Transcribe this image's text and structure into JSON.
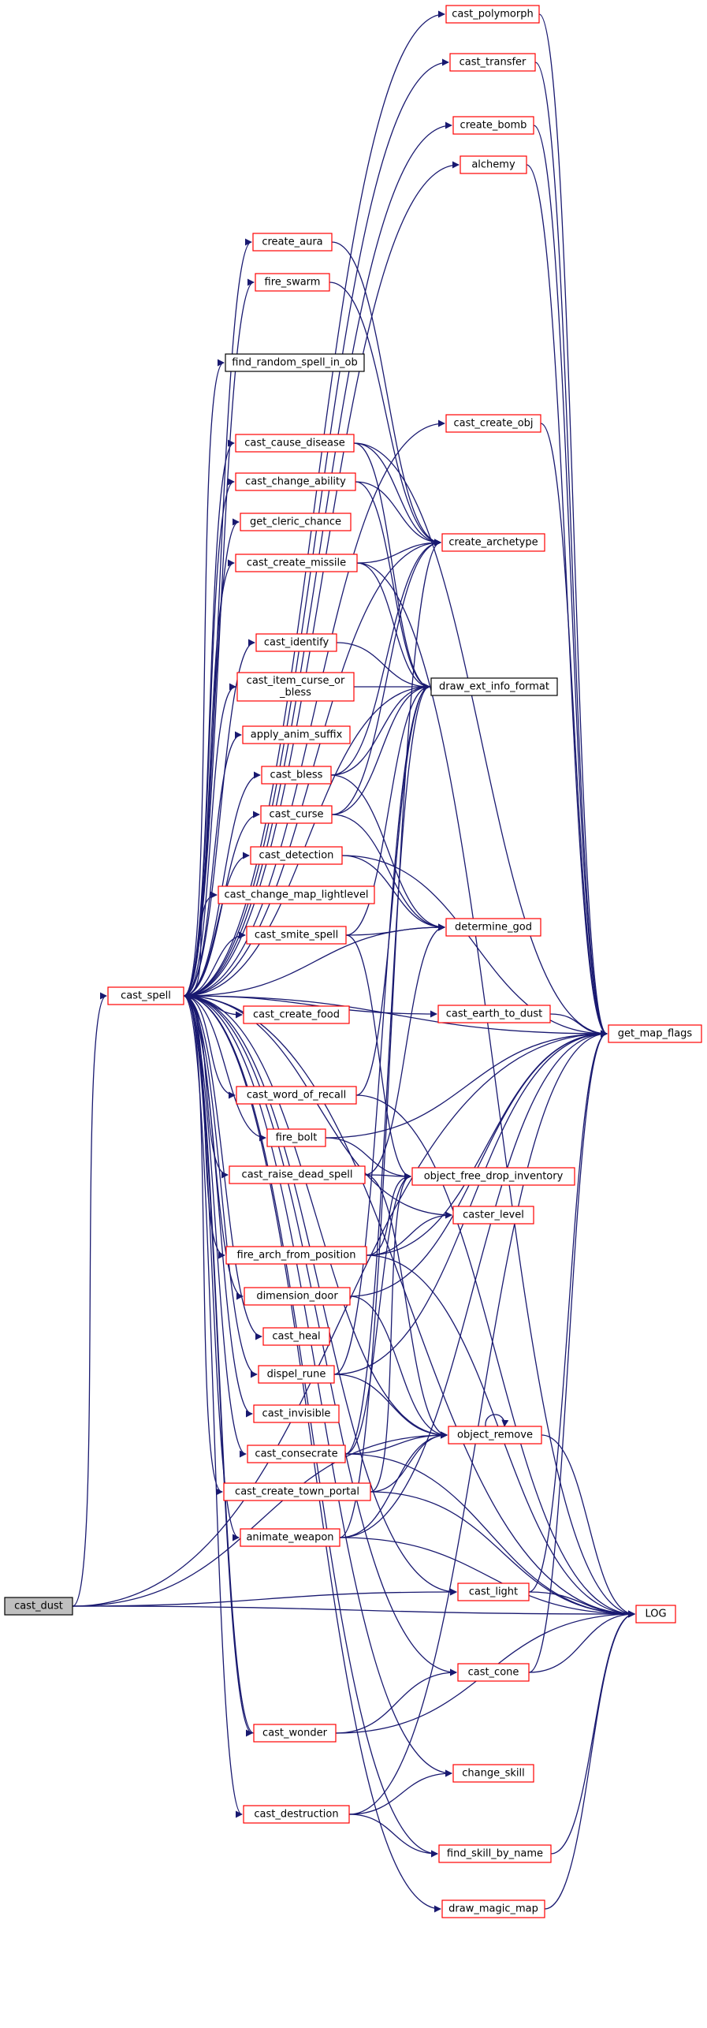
{
  "graph": {
    "colors": {
      "edge": "#191970",
      "link_border": "#ff0000",
      "plain_border": "#000000",
      "root_fill": "#bfbfbf",
      "node_fill": "#ffffff"
    },
    "nodes": [
      {
        "id": "cast_dust",
        "label": "cast_dust",
        "kind": "root"
      },
      {
        "id": "cast_spell",
        "label": "cast_spell",
        "kind": "link"
      },
      {
        "id": "cast_polymorph",
        "label": "cast_polymorph",
        "kind": "link"
      },
      {
        "id": "cast_transfer",
        "label": "cast_transfer",
        "kind": "link"
      },
      {
        "id": "create_bomb",
        "label": "create_bomb",
        "kind": "link"
      },
      {
        "id": "alchemy",
        "label": "alchemy",
        "kind": "link"
      },
      {
        "id": "create_aura",
        "label": "create_aura",
        "kind": "link"
      },
      {
        "id": "fire_swarm",
        "label": "fire_swarm",
        "kind": "link"
      },
      {
        "id": "find_random_spell_in_ob",
        "label": "find_random_spell_in_ob",
        "kind": "plain"
      },
      {
        "id": "cast_create_obj",
        "label": "cast_create_obj",
        "kind": "link"
      },
      {
        "id": "cast_cause_disease",
        "label": "cast_cause_disease",
        "kind": "link"
      },
      {
        "id": "cast_change_ability",
        "label": "cast_change_ability",
        "kind": "link"
      },
      {
        "id": "get_cleric_chance",
        "label": "get_cleric_chance",
        "kind": "link"
      },
      {
        "id": "create_archetype",
        "label": "create_archetype",
        "kind": "link"
      },
      {
        "id": "cast_create_missile",
        "label": "cast_create_missile",
        "kind": "link"
      },
      {
        "id": "cast_identify",
        "label": "cast_identify",
        "kind": "link"
      },
      {
        "id": "cast_item_curse_or_bless",
        "label": "cast_item_curse_or\n_bless",
        "kind": "link"
      },
      {
        "id": "draw_ext_info_format",
        "label": "draw_ext_info_format",
        "kind": "plain"
      },
      {
        "id": "apply_anim_suffix",
        "label": "apply_anim_suffix",
        "kind": "link"
      },
      {
        "id": "cast_bless",
        "label": "cast_bless",
        "kind": "link"
      },
      {
        "id": "cast_curse",
        "label": "cast_curse",
        "kind": "link"
      },
      {
        "id": "cast_detection",
        "label": "cast_detection",
        "kind": "link"
      },
      {
        "id": "cast_change_map_lightlevel",
        "label": "cast_change_map_lightlevel",
        "kind": "link"
      },
      {
        "id": "cast_smite_spell",
        "label": "cast_smite_spell",
        "kind": "link"
      },
      {
        "id": "determine_god",
        "label": "determine_god",
        "kind": "link"
      },
      {
        "id": "cast_create_food",
        "label": "cast_create_food",
        "kind": "link"
      },
      {
        "id": "cast_earth_to_dust",
        "label": "cast_earth_to_dust",
        "kind": "link"
      },
      {
        "id": "get_map_flags",
        "label": "get_map_flags",
        "kind": "link"
      },
      {
        "id": "cast_word_of_recall",
        "label": "cast_word_of_recall",
        "kind": "link"
      },
      {
        "id": "fire_bolt",
        "label": "fire_bolt",
        "kind": "link"
      },
      {
        "id": "cast_raise_dead_spell",
        "label": "cast_raise_dead_spell",
        "kind": "link"
      },
      {
        "id": "object_free_drop_inventory",
        "label": "object_free_drop_inventory",
        "kind": "link"
      },
      {
        "id": "caster_level",
        "label": "caster_level",
        "kind": "link"
      },
      {
        "id": "fire_arch_from_position",
        "label": "fire_arch_from_position",
        "kind": "link"
      },
      {
        "id": "dimension_door",
        "label": "dimension_door",
        "kind": "link"
      },
      {
        "id": "cast_heal",
        "label": "cast_heal",
        "kind": "link"
      },
      {
        "id": "dispel_rune",
        "label": "dispel_rune",
        "kind": "link"
      },
      {
        "id": "cast_invisible",
        "label": "cast_invisible",
        "kind": "link"
      },
      {
        "id": "cast_consecrate",
        "label": "cast_consecrate",
        "kind": "link"
      },
      {
        "id": "object_remove",
        "label": "object_remove",
        "kind": "link"
      },
      {
        "id": "cast_create_town_portal",
        "label": "cast_create_town_portal",
        "kind": "link"
      },
      {
        "id": "animate_weapon",
        "label": "animate_weapon",
        "kind": "link"
      },
      {
        "id": "cast_light",
        "label": "cast_light",
        "kind": "link"
      },
      {
        "id": "LOG",
        "label": "LOG",
        "kind": "link"
      },
      {
        "id": "cast_cone",
        "label": "cast_cone",
        "kind": "link"
      },
      {
        "id": "cast_wonder",
        "label": "cast_wonder",
        "kind": "link"
      },
      {
        "id": "change_skill",
        "label": "change_skill",
        "kind": "link"
      },
      {
        "id": "cast_destruction",
        "label": "cast_destruction",
        "kind": "link"
      },
      {
        "id": "find_skill_by_name",
        "label": "find_skill_by_name",
        "kind": "link"
      },
      {
        "id": "draw_magic_map",
        "label": "draw_magic_map",
        "kind": "link"
      }
    ],
    "edges": [
      [
        "cast_dust",
        "cast_spell"
      ],
      [
        "cast_dust",
        "object_remove"
      ],
      [
        "cast_dust",
        "cast_light"
      ],
      [
        "cast_dust",
        "LOG"
      ],
      [
        "cast_dust",
        "get_map_flags"
      ],
      [
        "cast_spell",
        "cast_polymorph"
      ],
      [
        "cast_spell",
        "cast_transfer"
      ],
      [
        "cast_spell",
        "create_bomb"
      ],
      [
        "cast_spell",
        "alchemy"
      ],
      [
        "cast_spell",
        "create_aura"
      ],
      [
        "cast_spell",
        "fire_swarm"
      ],
      [
        "cast_spell",
        "find_random_spell_in_ob"
      ],
      [
        "cast_spell",
        "cast_create_obj"
      ],
      [
        "cast_spell",
        "cast_cause_disease"
      ],
      [
        "cast_spell",
        "cast_change_ability"
      ],
      [
        "cast_spell",
        "get_cleric_chance"
      ],
      [
        "cast_spell",
        "create_archetype"
      ],
      [
        "cast_spell",
        "cast_create_missile"
      ],
      [
        "cast_spell",
        "draw_ext_info_format"
      ],
      [
        "cast_spell",
        "cast_identify"
      ],
      [
        "cast_spell",
        "cast_item_curse_or_bless"
      ],
      [
        "cast_spell",
        "apply_anim_suffix"
      ],
      [
        "cast_spell",
        "cast_bless"
      ],
      [
        "cast_spell",
        "cast_curse"
      ],
      [
        "cast_spell",
        "cast_detection"
      ],
      [
        "cast_spell",
        "cast_change_map_lightlevel"
      ],
      [
        "cast_spell",
        "cast_smite_spell"
      ],
      [
        "cast_spell",
        "determine_god"
      ],
      [
        "cast_spell",
        "cast_create_food"
      ],
      [
        "cast_spell",
        "cast_earth_to_dust"
      ],
      [
        "cast_spell",
        "get_map_flags"
      ],
      [
        "cast_spell",
        "cast_word_of_recall"
      ],
      [
        "cast_spell",
        "fire_bolt"
      ],
      [
        "cast_spell",
        "cast_raise_dead_spell"
      ],
      [
        "cast_spell",
        "caster_level"
      ],
      [
        "cast_spell",
        "fire_arch_from_position"
      ],
      [
        "cast_spell",
        "dimension_door"
      ],
      [
        "cast_spell",
        "cast_heal"
      ],
      [
        "cast_spell",
        "dispel_rune"
      ],
      [
        "cast_spell",
        "cast_invisible"
      ],
      [
        "cast_spell",
        "cast_consecrate"
      ],
      [
        "cast_spell",
        "object_remove"
      ],
      [
        "cast_spell",
        "cast_create_town_portal"
      ],
      [
        "cast_spell",
        "animate_weapon"
      ],
      [
        "cast_spell",
        "cast_light"
      ],
      [
        "cast_spell",
        "LOG"
      ],
      [
        "cast_spell",
        "cast_cone"
      ],
      [
        "cast_spell",
        "cast_wonder"
      ],
      [
        "cast_spell",
        "change_skill"
      ],
      [
        "cast_spell",
        "cast_destruction"
      ],
      [
        "cast_spell",
        "find_skill_by_name"
      ],
      [
        "cast_spell",
        "draw_magic_map"
      ],
      [
        "cast_polymorph",
        "get_map_flags"
      ],
      [
        "cast_transfer",
        "get_map_flags"
      ],
      [
        "create_bomb",
        "get_map_flags"
      ],
      [
        "alchemy",
        "get_map_flags"
      ],
      [
        "create_aura",
        "create_archetype"
      ],
      [
        "fire_swarm",
        "create_archetype"
      ],
      [
        "cast_create_obj",
        "get_map_flags"
      ],
      [
        "cast_cause_disease",
        "create_archetype"
      ],
      [
        "cast_cause_disease",
        "draw_ext_info_format"
      ],
      [
        "cast_cause_disease",
        "get_map_flags"
      ],
      [
        "cast_change_ability",
        "create_archetype"
      ],
      [
        "cast_change_ability",
        "draw_ext_info_format"
      ],
      [
        "cast_create_missile",
        "create_archetype"
      ],
      [
        "cast_create_missile",
        "draw_ext_info_format"
      ],
      [
        "cast_create_missile",
        "LOG"
      ],
      [
        "cast_identify",
        "draw_ext_info_format"
      ],
      [
        "cast_item_curse_or_bless",
        "draw_ext_info_format"
      ],
      [
        "cast_bless",
        "draw_ext_info_format"
      ],
      [
        "cast_bless",
        "determine_god"
      ],
      [
        "cast_bless",
        "create_archetype"
      ],
      [
        "cast_curse",
        "draw_ext_info_format"
      ],
      [
        "cast_curse",
        "determine_god"
      ],
      [
        "cast_curse",
        "create_archetype"
      ],
      [
        "cast_detection",
        "determine_god"
      ],
      [
        "cast_detection",
        "get_map_flags"
      ],
      [
        "cast_smite_spell",
        "determine_god"
      ],
      [
        "cast_smite_spell",
        "object_free_drop_inventory"
      ],
      [
        "cast_smite_spell",
        "draw_ext_info_format"
      ],
      [
        "cast_earth_to_dust",
        "get_map_flags"
      ],
      [
        "cast_word_of_recall",
        "draw_ext_info_format"
      ],
      [
        "cast_word_of_recall",
        "LOG"
      ],
      [
        "fire_bolt",
        "get_map_flags"
      ],
      [
        "fire_bolt",
        "object_free_drop_inventory"
      ],
      [
        "cast_raise_dead_spell",
        "determine_god"
      ],
      [
        "cast_raise_dead_spell",
        "object_free_drop_inventory"
      ],
      [
        "cast_raise_dead_spell",
        "object_remove"
      ],
      [
        "fire_arch_from_position",
        "object_free_drop_inventory"
      ],
      [
        "fire_arch_from_position",
        "get_map_flags"
      ],
      [
        "fire_arch_from_position",
        "LOG"
      ],
      [
        "fire_arch_from_position",
        "caster_level"
      ],
      [
        "dimension_door",
        "get_map_flags"
      ],
      [
        "dimension_door",
        "object_remove"
      ],
      [
        "dispel_rune",
        "object_remove"
      ],
      [
        "dispel_rune",
        "get_map_flags"
      ],
      [
        "dispel_rune",
        "draw_ext_info_format"
      ],
      [
        "cast_consecrate",
        "object_remove"
      ],
      [
        "cast_consecrate",
        "LOG"
      ],
      [
        "cast_consecrate",
        "draw_ext_info_format"
      ],
      [
        "cast_consecrate",
        "object_free_drop_inventory"
      ],
      [
        "object_remove",
        "object_remove"
      ],
      [
        "object_remove",
        "LOG"
      ],
      [
        "cast_create_town_portal",
        "object_remove"
      ],
      [
        "cast_create_town_portal",
        "LOG"
      ],
      [
        "cast_create_town_portal",
        "object_free_drop_inventory"
      ],
      [
        "animate_weapon",
        "object_remove"
      ],
      [
        "animate_weapon",
        "LOG"
      ],
      [
        "animate_weapon",
        "get_map_flags"
      ],
      [
        "animate_weapon",
        "create_archetype"
      ],
      [
        "cast_light",
        "LOG"
      ],
      [
        "cast_light",
        "get_map_flags"
      ],
      [
        "cast_cone",
        "LOG"
      ],
      [
        "cast_cone",
        "get_map_flags"
      ],
      [
        "cast_wonder",
        "cast_cone"
      ],
      [
        "cast_wonder",
        "LOG"
      ],
      [
        "cast_wonder",
        "cast_spell"
      ],
      [
        "cast_destruction",
        "change_skill"
      ],
      [
        "cast_destruction",
        "find_skill_by_name"
      ],
      [
        "cast_destruction",
        "get_map_flags"
      ],
      [
        "find_skill_by_name",
        "LOG"
      ],
      [
        "draw_magic_map",
        "LOG"
      ]
    ]
  }
}
